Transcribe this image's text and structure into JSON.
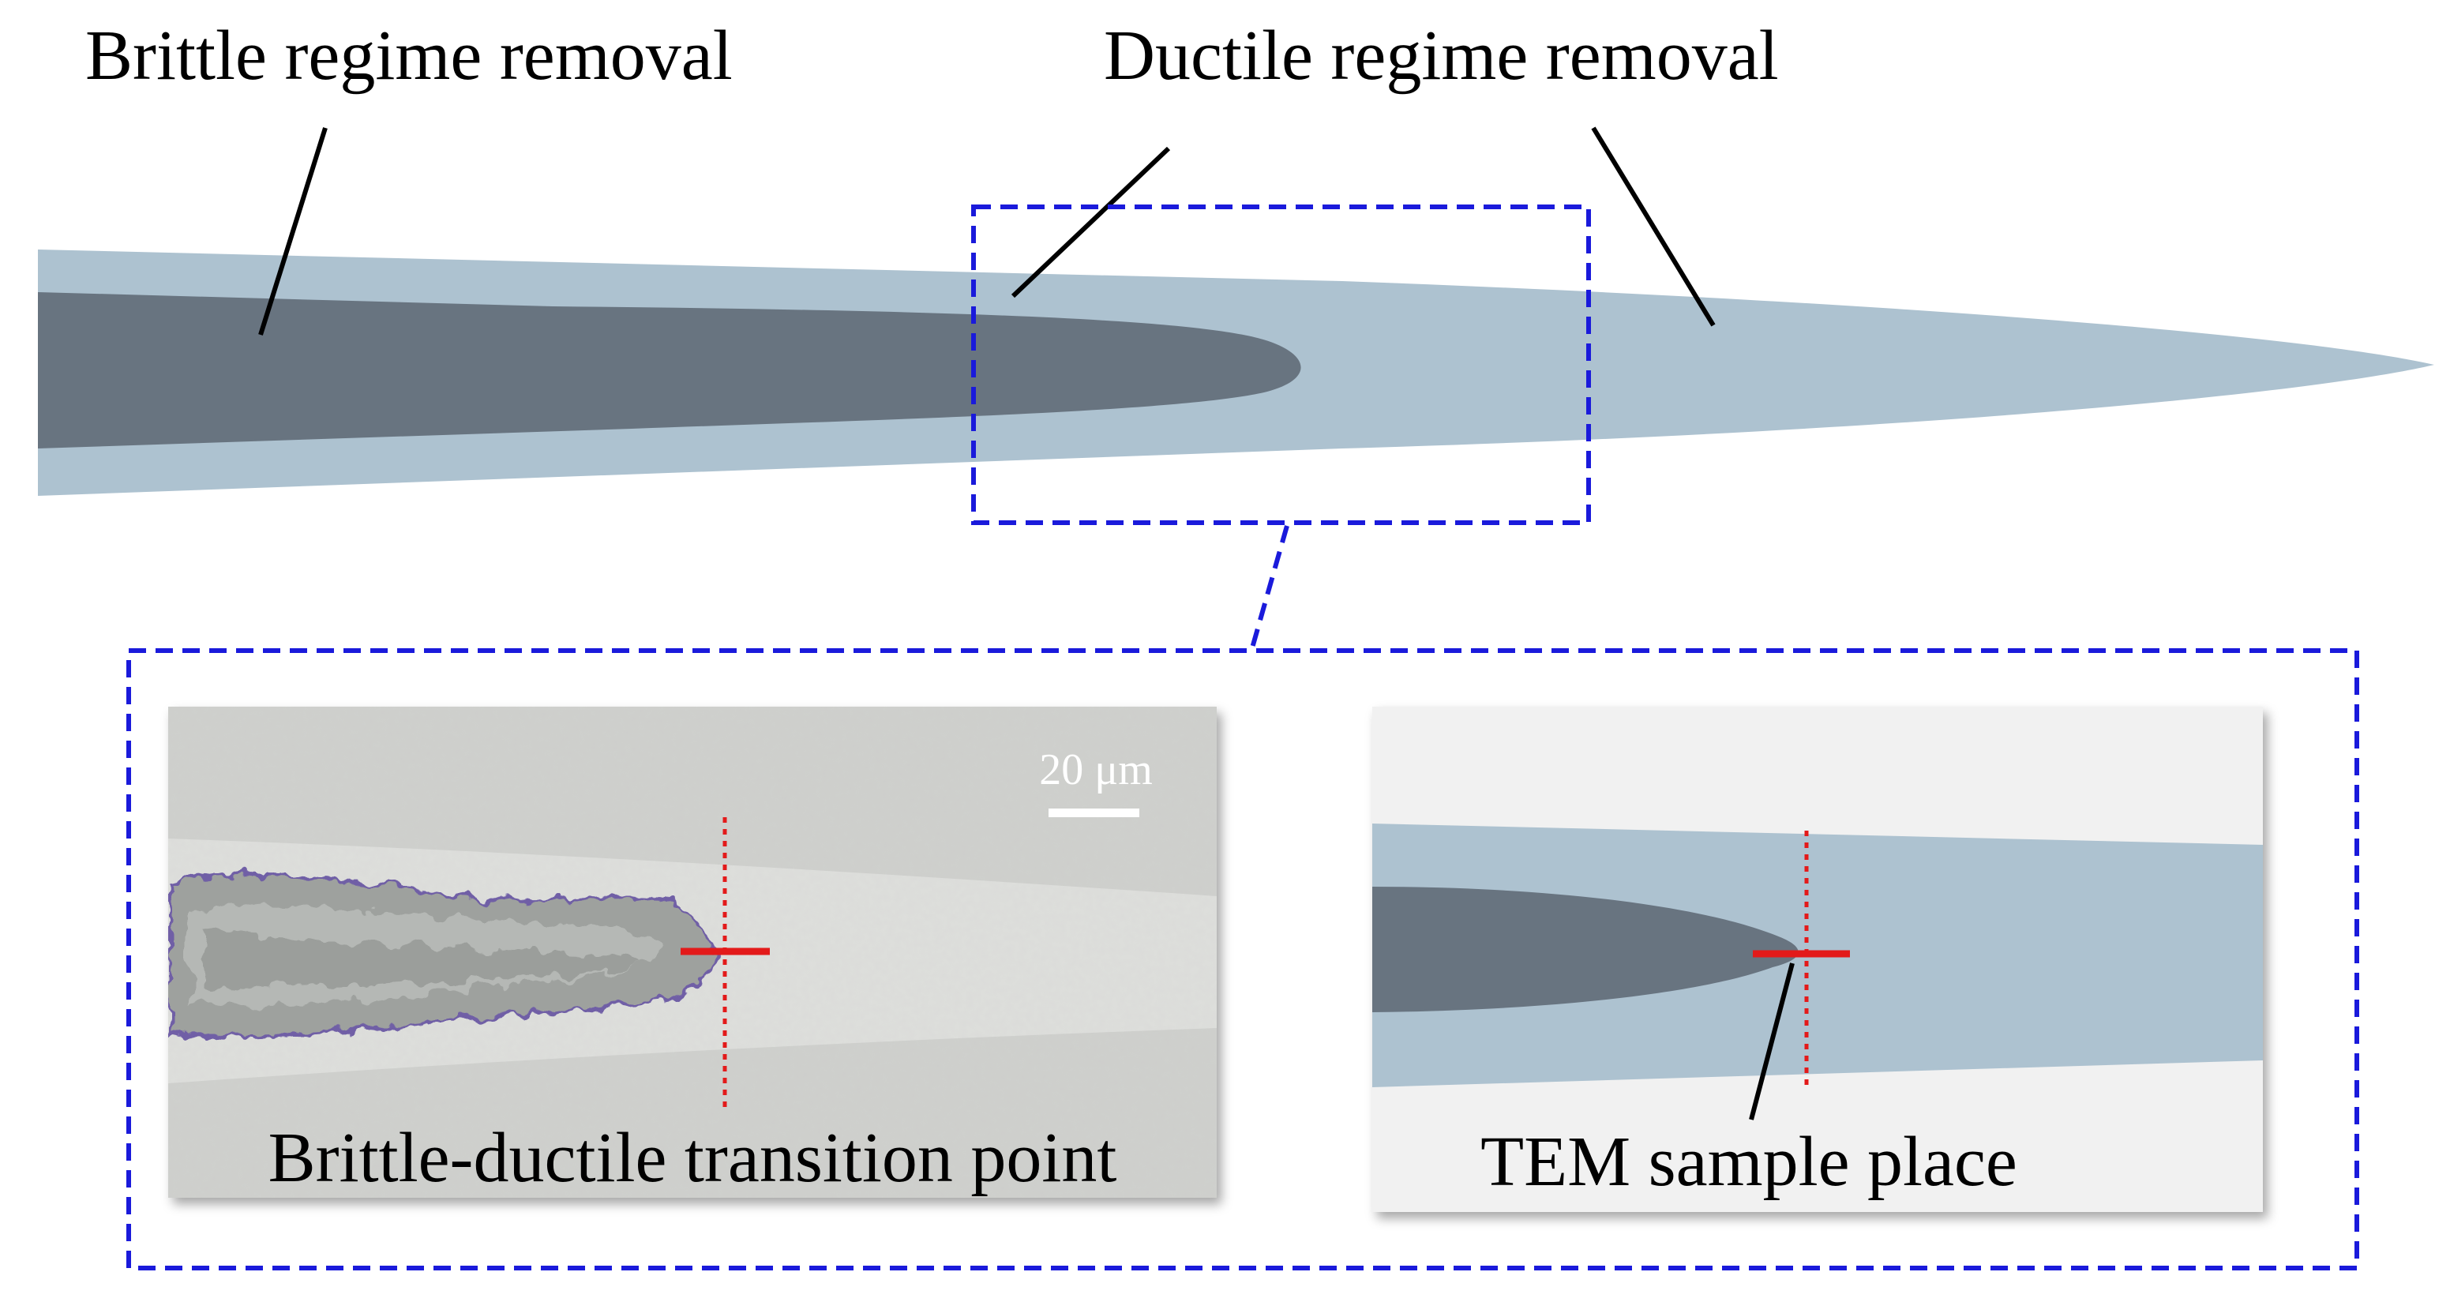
{
  "labels": {
    "brittle_regime": "Brittle regime removal",
    "ductile_regime": "Ductile regime removal",
    "transition_point": "Brittle-ductile transition point",
    "tem_sample": "TEM sample place",
    "scale_bar": "20 μm"
  },
  "colors": {
    "brittle_region": "#687480",
    "ductile_region": "#adc2d0",
    "dashed_frame": "#1a1adb",
    "marker": "#e31a1a",
    "micrograph_background": "#cfd0cd",
    "micrograph_groove": "#dedfdc",
    "inset_background": "#f1f1f1"
  }
}
